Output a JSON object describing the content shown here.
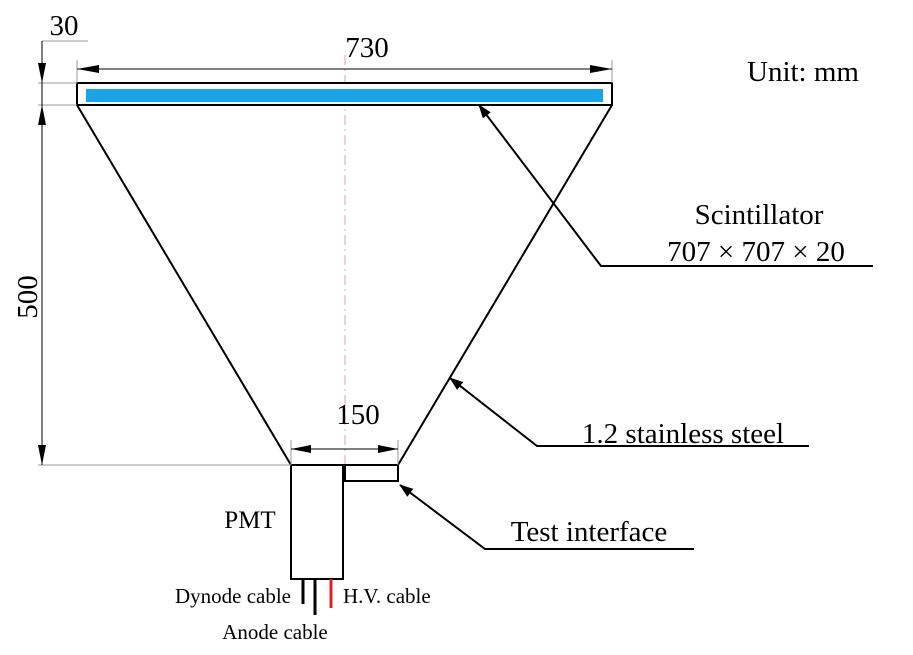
{
  "unit_label": "Unit: mm",
  "dimensions": {
    "top_width": "730",
    "top_thickness": "30",
    "height": "500",
    "bottom_width": "150"
  },
  "labels": {
    "scintillator_name": "Scintillator",
    "scintillator_size": "707 × 707 × 20",
    "steel": "1.2 stainless steel",
    "test_interface": "Test interface",
    "pmt": "PMT",
    "dynode_cable": "Dynode cable",
    "anode_cable": "Anode cable",
    "hv_cable": "H.V. cable"
  },
  "colors": {
    "scintillator": "#1aa3e8",
    "hv_cable": "#e02020",
    "line": "#000000",
    "dim_line": "#9a9a9a",
    "center_line": "#e0a0a0"
  }
}
